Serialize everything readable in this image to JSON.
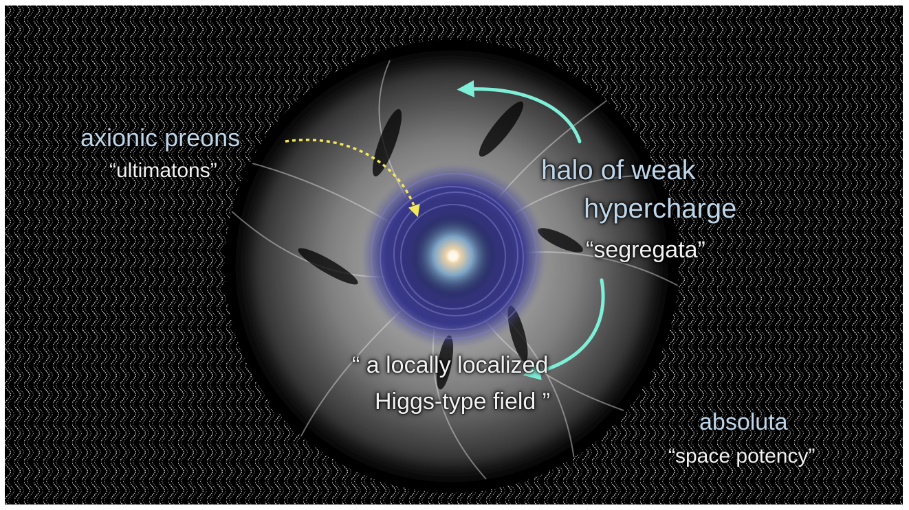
{
  "labels": {
    "axionic_preons": "axionic preons",
    "ultimatons": "“ultimatons”",
    "halo_line1": "halo of weak",
    "halo_line2": "hypercharge",
    "segregata": "“segregata”",
    "higgs_line1": "“ a locally localized",
    "higgs_line2": "Higgs-type field ”",
    "absoluta": "absoluta",
    "space_potency": "“space potency”"
  },
  "colors": {
    "background": "#000000",
    "wave_pattern": "#c8c8c8",
    "label_blue": "#bfd6ea",
    "label_white": "#f2f2f2",
    "arrow_cyan": "#7ff0d8",
    "arrow_yellow": "#f4e85a",
    "vortex_core": "#3a3a8c"
  }
}
